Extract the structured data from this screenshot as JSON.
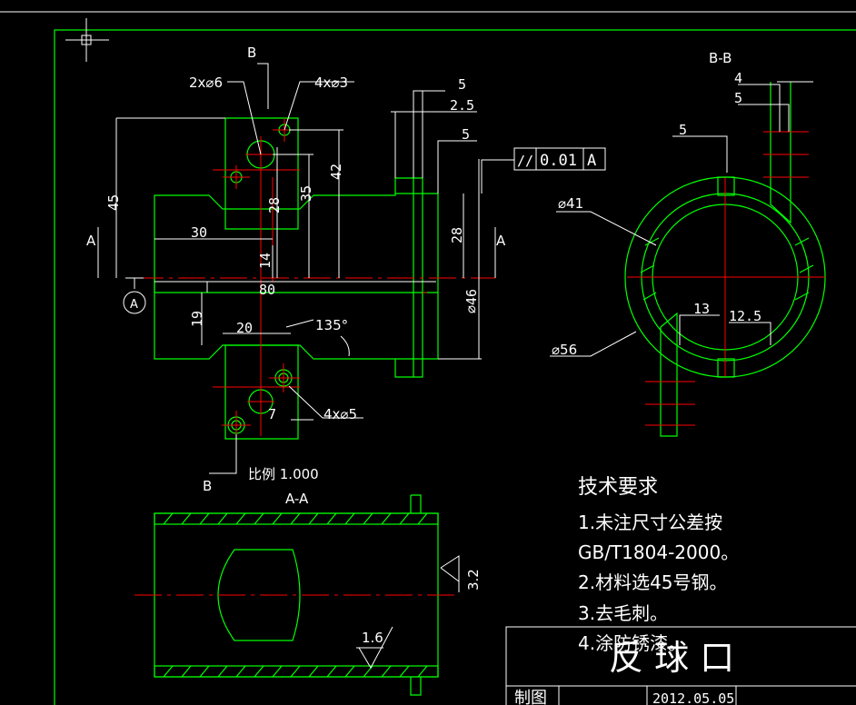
{
  "section_labels": {
    "b_top": "B",
    "b_bottom": "B",
    "a_left": "A",
    "a_right": "A",
    "a_datum": "A",
    "bb": "B-B",
    "aa": "A-A"
  },
  "dimensions": {
    "d_2x6": "2x⌀6",
    "d_4x3": "4x⌀3",
    "d_5a": "5",
    "d_2_5": "2.5",
    "d_5b": "5",
    "d_45": "45",
    "d_28a": "28",
    "d_35": "35",
    "d_42": "42",
    "d_28b": "28",
    "d_30": "30",
    "d_14": "14",
    "d_80": "80",
    "d_46": "⌀46",
    "d_19": "19",
    "d_20": "20",
    "d_135": "135°",
    "d_7": "7",
    "d_4x5": "4x⌀5",
    "bb_4": "4",
    "bb_5a": "5",
    "bb_5b": "5",
    "bb_41": "⌀41",
    "bb_56": "⌀56",
    "bb_13": "13",
    "bb_12_5": "12.5",
    "rough_16": "1.6",
    "rough_32": "3.2"
  },
  "tolerance": {
    "symbol": "//",
    "value": "0.01",
    "datum": "A"
  },
  "scale_label": "比例 1.000",
  "tech_requirements": {
    "heading": "技术要求",
    "items": [
      "1.未注尺寸公差按",
      "GB/T1804-2000。",
      "2.材料选45号钢。",
      "3.去毛刺。",
      "4.涂防锈漆。"
    ]
  },
  "title_block": {
    "part_name": "反 球 口",
    "drawn_label": "制图",
    "date": "2012.05.05"
  },
  "colors": {
    "outline": "#00ff00",
    "centerline": "#ff0000",
    "dimension": "#ffffff",
    "background": "#000000"
  }
}
